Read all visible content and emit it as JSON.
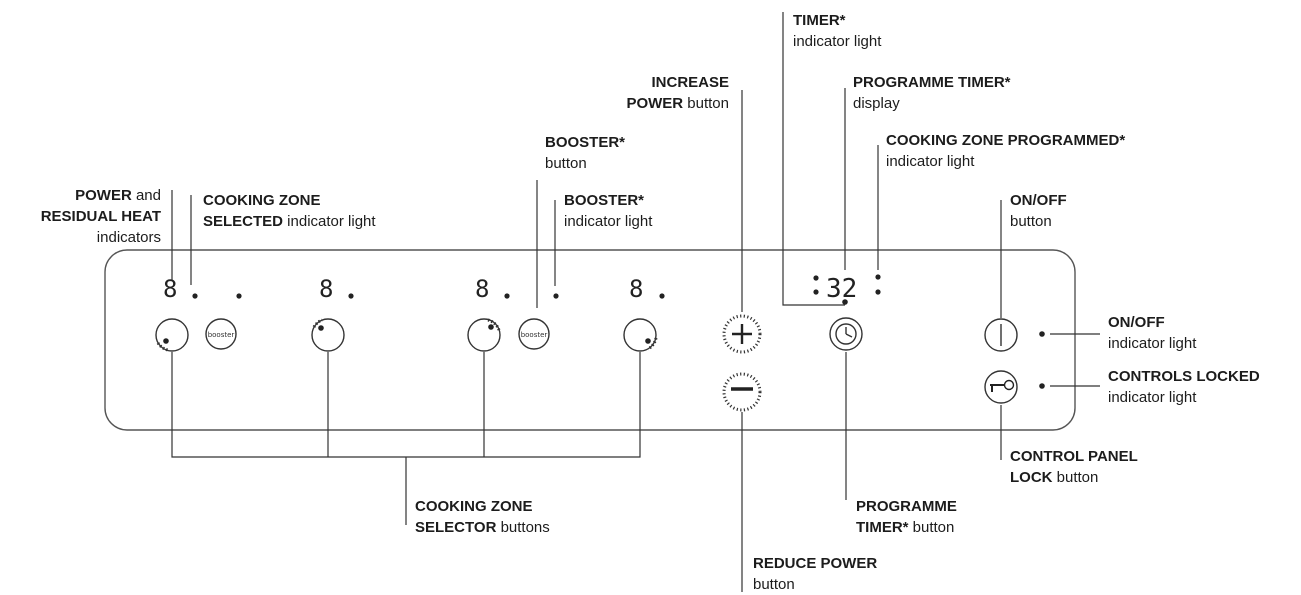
{
  "labels": {
    "power_residual": {
      "l1_bold": "POWER",
      "l1_rest": " and",
      "l2_bold": "RESIDUAL HEAT",
      "l3": "indicators"
    },
    "zone_selected": {
      "l1_bold": "COOKING ZONE",
      "l2_bold": "SELECTED",
      "l2_rest": " indicator light"
    },
    "booster_button": {
      "l1_bold": "BOOSTER*",
      "l2": "button"
    },
    "booster_light": {
      "l1_bold": "BOOSTER*",
      "l2": "indicator light"
    },
    "increase_power": {
      "l1_bold": "INCREASE",
      "l2_bold": "POWER",
      "l2_rest": " button"
    },
    "timer_light": {
      "l1_bold": "TIMER*",
      "l2": "indicator light"
    },
    "programme_timer_display": {
      "l1_bold": "PROGRAMME TIMER*",
      "l2": "display"
    },
    "zone_programmed": {
      "l1_bold": "COOKING ZONE PROGRAMMED*",
      "l2": "indicator light"
    },
    "onoff_button": {
      "l1_bold": "ON/OFF",
      "l2": "button"
    },
    "onoff_light": {
      "l1_bold": "ON/OFF",
      "l2": "indicator light"
    },
    "controls_locked": {
      "l1_bold": "CONTROLS LOCKED",
      "l2": "indicator light"
    },
    "control_panel_lock": {
      "l1_bold": "CONTROL PANEL",
      "l2_bold": "LOCK",
      "l2_rest": " button"
    },
    "zone_selector": {
      "l1_bold": "COOKING ZONE",
      "l2_bold": "SELECTOR",
      "l2_rest": " buttons"
    },
    "programme_timer_button": {
      "l1_bold": "PROGRAMME",
      "l2_bold": "TIMER*",
      "l2_rest": " button"
    },
    "reduce_power": {
      "l1_bold": "REDUCE POWER",
      "l2": "button"
    }
  },
  "panel": {
    "zone_digits": [
      "8",
      "8",
      "8",
      "8"
    ],
    "timer_display": "32",
    "booster_text": "booster",
    "icons": [
      "zone-selector-icon",
      "booster-icon",
      "plus-icon",
      "minus-icon",
      "clock-icon",
      "power-icon",
      "key-icon"
    ]
  }
}
